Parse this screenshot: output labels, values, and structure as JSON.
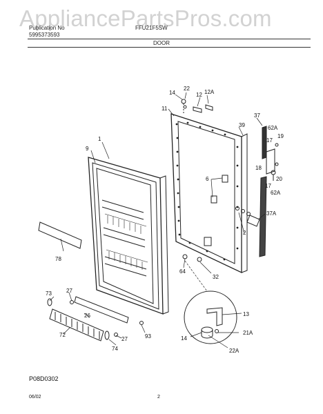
{
  "watermark": "AppliancePartsPros.com",
  "header": {
    "publication_label": "Publication No",
    "publication_no": "5995373593",
    "model": "FFU21F5SW",
    "section": "DOOR"
  },
  "callouts": {
    "c1": "1",
    "c2": "2",
    "c6": "6",
    "c9": "9",
    "c11": "11",
    "c12": "12",
    "c12a": "12A",
    "c13": "13",
    "c14a": "14",
    "c14b": "14",
    "c17a": "17",
    "c17b": "17",
    "c18": "18",
    "c19": "19",
    "c20": "20",
    "c21a": "21A",
    "c22": "22",
    "c22a": "22A",
    "c26": "26",
    "c27a": "27",
    "c27b": "27",
    "c32": "32",
    "c37": "37",
    "c37a": "37A",
    "c39": "39",
    "c62a1": "62A",
    "c62a2": "62A",
    "c64": "64",
    "c72": "72",
    "c73": "73",
    "c74": "74",
    "c78": "78",
    "c93": "93"
  },
  "figure_code": "P08D0302",
  "footer": {
    "date": "06/02",
    "page": "2"
  }
}
